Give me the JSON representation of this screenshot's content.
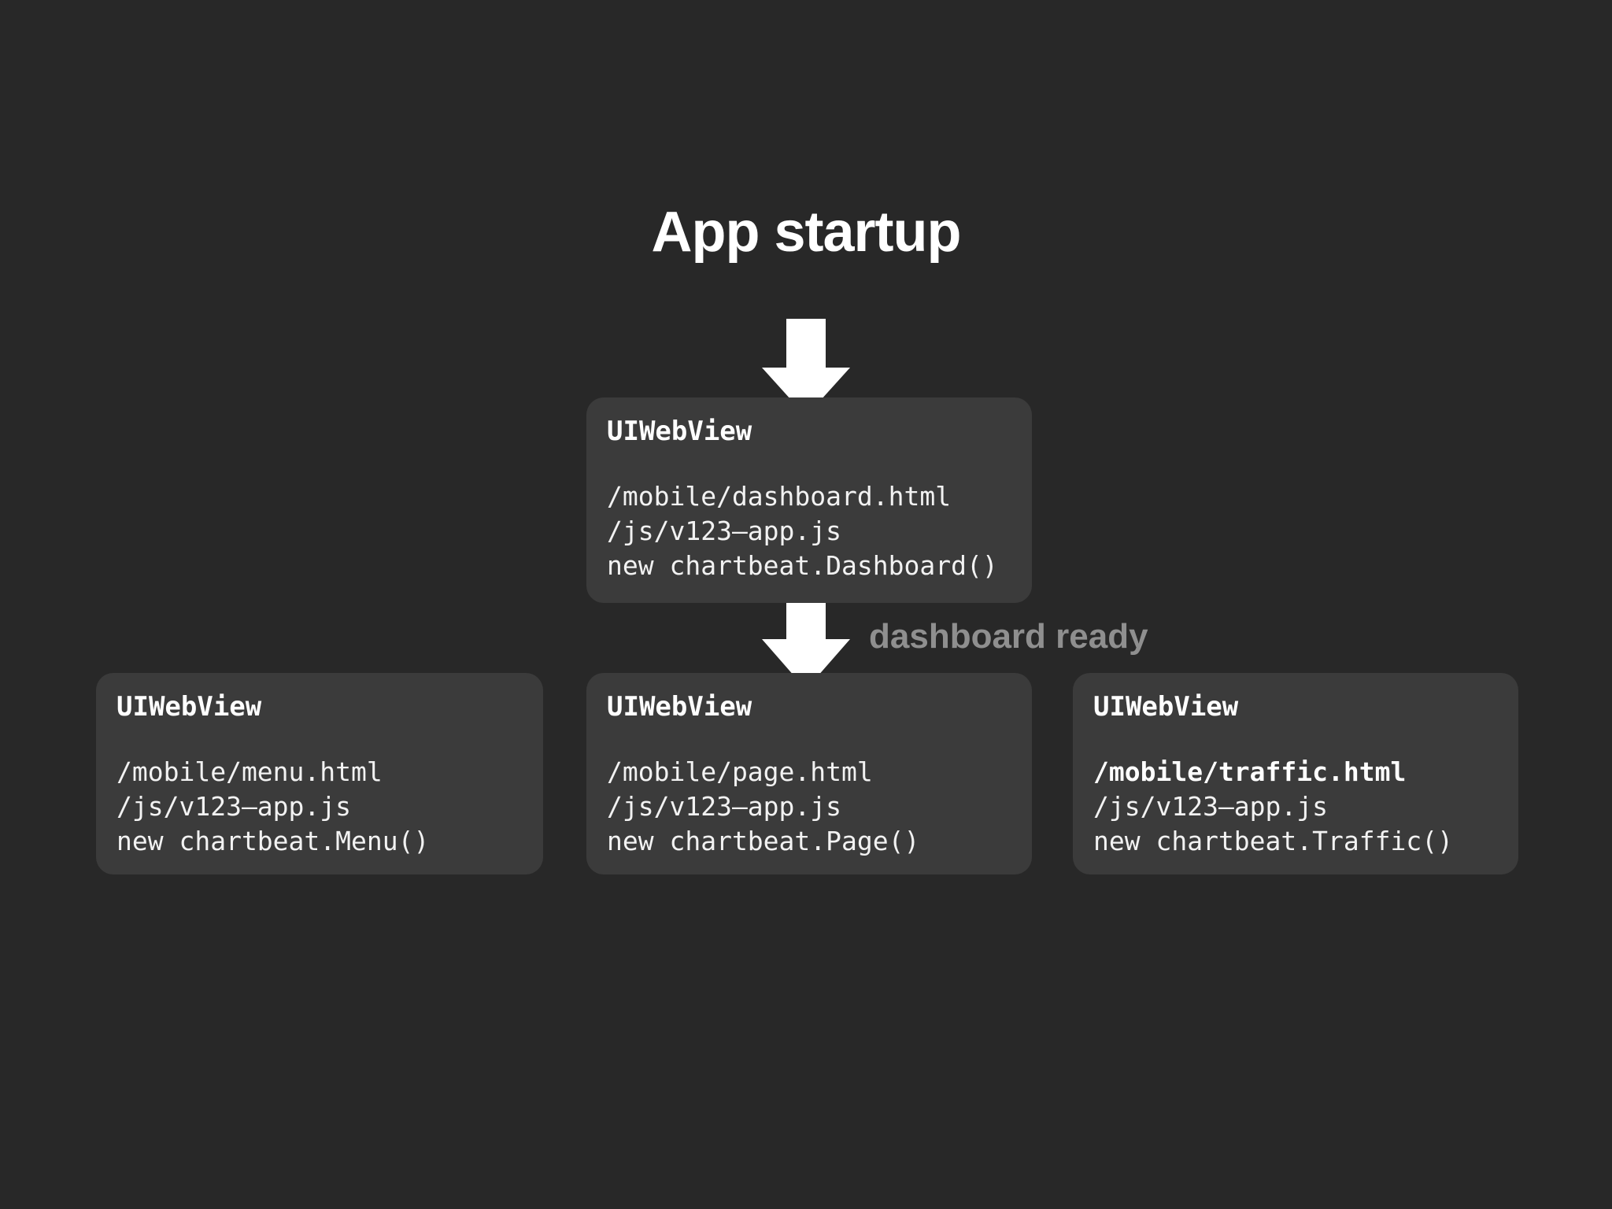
{
  "slide": {
    "title": "App startup",
    "background_color": "#282828",
    "node_color": "#3b3b3b",
    "text_color": "#ffffff",
    "label_color": "#8f8f8f"
  },
  "edges": [
    {
      "name": "startup-to-dashboard",
      "label": "",
      "from": "app-startup",
      "to": "uiwebview-dashboard"
    },
    {
      "name": "dashboard-to-page",
      "label": "dashboard ready",
      "from": "uiwebview-dashboard",
      "to": "uiwebview-page"
    }
  ],
  "nodes": [
    {
      "id": "uiwebview-dashboard",
      "title": "UIWebView",
      "lines": [
        {
          "text": "/mobile/dashboard.html",
          "emphasis": false
        },
        {
          "text": "/js/v123–app.js",
          "emphasis": false
        },
        {
          "text": "new chartbeat.Dashboard()",
          "emphasis": false
        }
      ]
    },
    {
      "id": "uiwebview-menu",
      "title": "UIWebView",
      "lines": [
        {
          "text": "/mobile/menu.html",
          "emphasis": false
        },
        {
          "text": "/js/v123–app.js",
          "emphasis": false
        },
        {
          "text": "new chartbeat.Menu()",
          "emphasis": false
        }
      ]
    },
    {
      "id": "uiwebview-page",
      "title": "UIWebView",
      "lines": [
        {
          "text": "/mobile/page.html",
          "emphasis": false
        },
        {
          "text": "/js/v123–app.js",
          "emphasis": false
        },
        {
          "text": "new chartbeat.Page()",
          "emphasis": false
        }
      ]
    },
    {
      "id": "uiwebview-traffic",
      "title": "UIWebView",
      "lines": [
        {
          "text": "/mobile/traffic.html",
          "emphasis": true
        },
        {
          "text": "/js/v123–app.js",
          "emphasis": false
        },
        {
          "text": "new chartbeat.Traffic()",
          "emphasis": false
        }
      ]
    }
  ]
}
